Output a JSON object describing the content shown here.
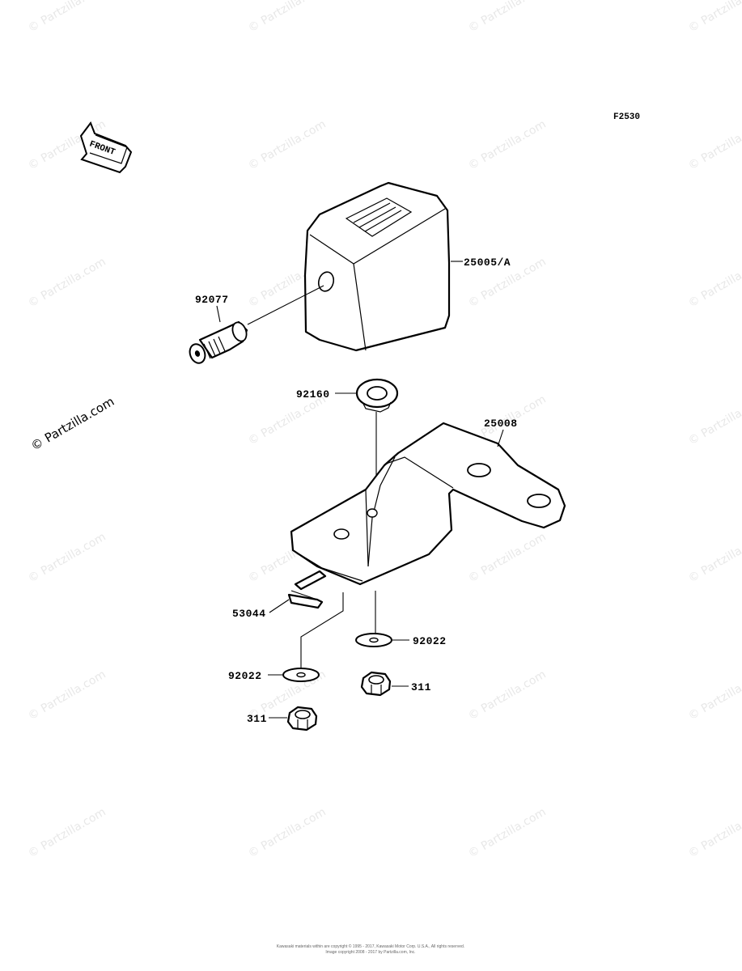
{
  "diagram": {
    "figure_code": "F2530",
    "front_label": "FRONT",
    "watermark_text": "© Partzilla.com",
    "footer_line1": "Kawasaki materials within are copyright © 1995 - 2017, Kawasaki Motor Corp. U.S.A., All rights reserved.",
    "footer_line2": "Image copyright 2008 - 2017 by Partzilla.com, Inc.",
    "parts": [
      {
        "id": "25005a",
        "label": "25005/A"
      },
      {
        "id": "92077",
        "label": "92077"
      },
      {
        "id": "92160",
        "label": "92160"
      },
      {
        "id": "25008",
        "label": "25008"
      },
      {
        "id": "53044",
        "label": "53044"
      },
      {
        "id": "92022_right",
        "label": "92022"
      },
      {
        "id": "92022_left",
        "label": "92022"
      },
      {
        "id": "311_right",
        "label": "311"
      },
      {
        "id": "311_left",
        "label": "311"
      }
    ]
  }
}
